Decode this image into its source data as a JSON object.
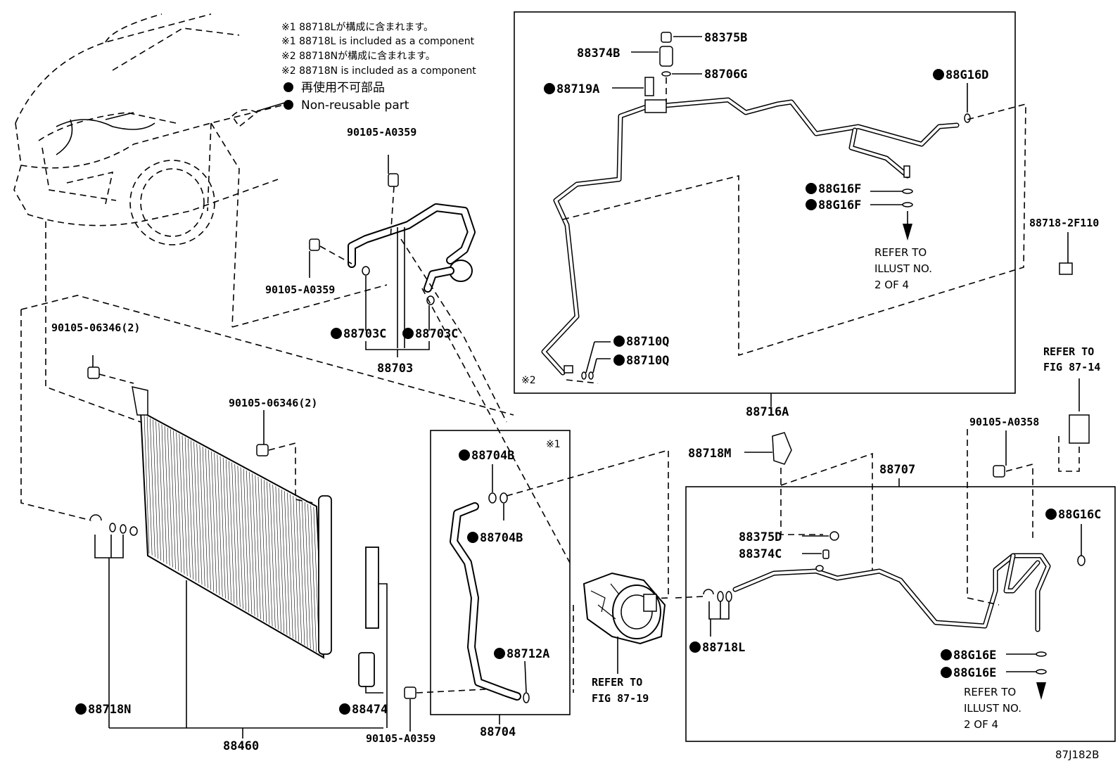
{
  "notes": {
    "n1_jp": "※1 88718Lが構成に含まれます。",
    "n1_en": "※1 88718L  is included as a component",
    "n2_jp": "※2 88718Nが構成に含まれます。",
    "n2_en": "※2 88718N is included as a component",
    "legend_jp": "再使用不可部品",
    "legend_en": "Non-reusable part"
  },
  "labels": {
    "p88375B_top": "88375B",
    "p88374B": "88374B",
    "p88706G": "88706G",
    "p88719A": "88719A",
    "p88G16D": "88G16D",
    "p88G16F_1": "88G16F",
    "p88G16F_2": "88G16F",
    "refer_illust_top": [
      "REFER TO",
      "ILLUST NO.",
      "2 OF 4"
    ],
    "p88710Q_1": "88710Q",
    "p88710Q_2": "88710Q",
    "mark2": "※2",
    "p88716A": "88716A",
    "p88718_2F110": "88718-2F110",
    "refer_fig_87_14": [
      "REFER TO",
      "FIG 87-14"
    ],
    "bolt_90105_A0359_top": "90105-A0359",
    "bolt_90105_A0359_mid": "90105-A0359",
    "p88703C_1": "88703C",
    "p88703C_2": "88703C",
    "p88703": "88703",
    "bolt_90105_06346_left": "90105-06346(2)",
    "bolt_90105_06346_mid": "90105-06346(2)",
    "p88704B_1": "88704B",
    "p88704B_2": "88704B",
    "p88712A": "88712A",
    "p88704": "88704",
    "mark1": "※1",
    "p88718M": "88718M",
    "p88707": "88707",
    "bolt_90105_A0358": "90105-A0358",
    "p88375D": "88375D",
    "p88374C": "88374C",
    "p88G16C": "88G16C",
    "p88718L": "88718L",
    "refer_fig_87_19": [
      "REFER TO",
      "FIG 87-19"
    ],
    "p88G16E_1": "88G16E",
    "p88G16E_2": "88G16E",
    "refer_illust_bottom": [
      "REFER TO",
      "ILLUST NO.",
      "2 OF 4"
    ],
    "p88718N": "88718N",
    "p88460": "88460",
    "p88474": "88474",
    "bolt_90105_A0359_bottom": "90105-A0359",
    "code": "87J182B"
  }
}
